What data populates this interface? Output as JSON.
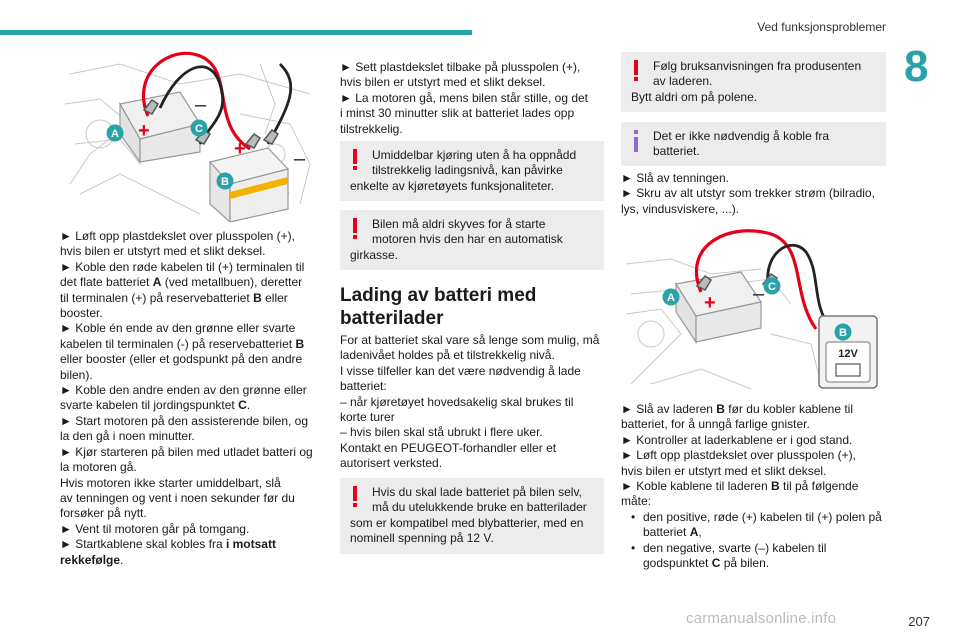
{
  "header": {
    "title": "Ved funksjonsproblemer",
    "chapter": "8"
  },
  "page_number": "207",
  "watermark": "carmanualsonline.info",
  "colors": {
    "accent": "#2aa3a8",
    "warning": "#e3001b",
    "info": "#8d6bc9",
    "box_bg": "#ececec"
  },
  "illustration1": {
    "labels": [
      "A",
      "B",
      "C"
    ],
    "plus": "+",
    "minus": "–"
  },
  "illustration2": {
    "labels": [
      "A",
      "B",
      "C"
    ],
    "voltage": "12V",
    "plus": "+",
    "minus": "–"
  },
  "col1": {
    "lines": [
      "► Løft opp plastdekslet over plusspolen (+),",
      "hvis bilen er utstyrt med et slikt deksel.",
      "► Koble den røde kabelen til (+) terminalen til",
      "det flate batteriet |A| (ved metallbuen), deretter",
      "til terminalen (+) på reservebatteriet |B| eller",
      "booster.",
      "► Koble én ende av den grønne eller svarte",
      "kabelen til terminalen (-) på reservebatteriet |B|",
      "eller booster (eller et godspunkt på den andre",
      "bilen).",
      "► Koble den andre enden av den grønne eller",
      "svarte kabelen til jordingspunktet |C|.",
      "► Start motoren på den assisterende bilen, og",
      "la den gå i noen minutter.",
      "► Kjør starteren på bilen med utladet batteri og",
      "la motoren gå.",
      "Hvis motoren ikke starter umiddelbart, slå",
      "av tenningen og vent i noen sekunder før du",
      "forsøker på nytt.",
      "► Vent til motoren går på tomgang.",
      "► Startkablene skal kobles fra |i motsatt|",
      "|rekkefølge|."
    ]
  },
  "col2": {
    "intro_lines": [
      "► Sett plastdekslet tilbake på plusspolen (+),",
      "hvis bilen er utstyrt med et slikt deksel.",
      "► La motoren gå, mens bilen står stille, og det",
      "i minst 30 minutter slik at batteriet lades opp",
      "tilstrekkelig."
    ],
    "warn1": [
      "Umiddelbar kjøring uten å ha oppnådd",
      "tilstrekkelig ladingsnivå, kan påvirke",
      "enkelte av kjøretøyets funksjonaliteter."
    ],
    "warn2": [
      "Bilen må aldri skyves for å starte",
      "motoren hvis den har en automatisk",
      "girkasse."
    ],
    "heading": [
      "Lading av batteri med",
      "batterilader"
    ],
    "body_lines": [
      "For at batteriet skal vare så lenge som mulig, må",
      "ladenivået holdes på et tilstrekkelig nivå.",
      "I visse tilfeller kan det være nødvendig å lade",
      "batteriet:",
      "– når kjøretøyet hovedsakelig skal brukes til",
      "korte turer",
      "– hvis bilen skal stå ubrukt i flere uker.",
      "Kontakt en PEUGEOT-forhandler eller et",
      "autorisert verksted."
    ],
    "warn3": [
      "Hvis du skal lade batteriet på bilen selv,",
      "må du utelukkende bruke en batterilader",
      "som er kompatibel med blybatterier, med en",
      "nominell spenning på 12 V."
    ]
  },
  "col3": {
    "warn1": [
      "Følg bruksanvisningen fra produsenten",
      "av laderen.",
      "Bytt aldri om på polene."
    ],
    "info1": [
      "Det er ikke nødvendig å koble fra",
      "batteriet."
    ],
    "lines_a": [
      "► Slå av tenningen.",
      "► Skru av alt utstyr som trekker strøm (bilradio,",
      "lys, vindusviskere, ...)."
    ],
    "lines_b": [
      "► Slå av laderen |B| før du kobler kablene til",
      "batteriet, for å unngå farlige gnister.",
      "► Kontroller at laderkablene er i god stand.",
      "► Løft opp plastdekslet over plusspolen (+),",
      "hvis bilen er utstyrt med et slikt deksel.",
      "► Koble kablene til laderen |B| til på følgende",
      "måte:"
    ],
    "bullets": [
      [
        "den positive, røde (+) kabelen til (+) polen på",
        "batteriet |A|,"
      ],
      [
        "den negative, svarte (–) kabelen til",
        "godspunktet |C| på bilen."
      ]
    ]
  }
}
